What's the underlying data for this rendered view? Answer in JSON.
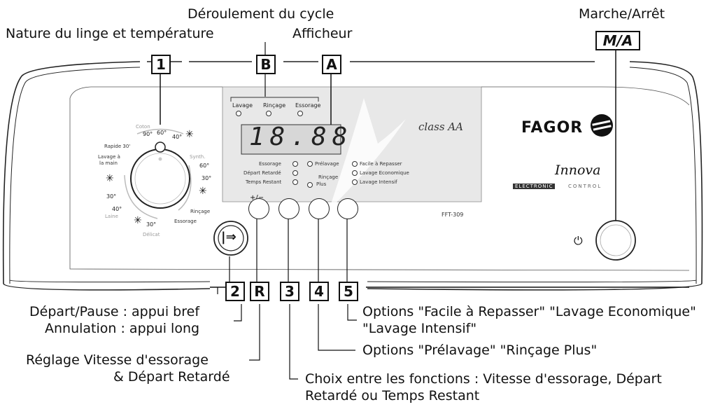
{
  "top_labels": {
    "deroulement": "Déroulement du cycle",
    "nature": "Nature du linge et température",
    "afficheur": "Afficheur",
    "marche": "Marche/Arrêt"
  },
  "boxes": {
    "b1": "1",
    "bB": "B",
    "bA": "A",
    "bMA": "M/A",
    "b2": "2",
    "bR": "R",
    "b3": "3",
    "b4": "4",
    "b5": "5"
  },
  "cycle": {
    "lavage": "Lavage",
    "rincage": "Rinçage",
    "essorage": "Essorage"
  },
  "display": {
    "digits": "18.88"
  },
  "class_logo": "class AA",
  "brand": {
    "name": "FAGOR",
    "product": "Innova",
    "electronic": "ELECTRONIC",
    "control": "CONTROL",
    "model": "FFT-309"
  },
  "options_left": [
    "Essorage",
    "Départ Retardé",
    "Temps Restant"
  ],
  "options_mid": [
    "Prélavage",
    "Rinçage",
    "Plus"
  ],
  "options_right": [
    "Facile à Repasser",
    "Lavage Economique",
    "Lavage Intensif"
  ],
  "dial": {
    "coton": "Coton",
    "t90": "90°",
    "t60": "60°",
    "t40": "40°",
    "synth": "Synth.",
    "s60": "60°",
    "s30": "30°",
    "rinc": "Rinçage",
    "ess": "Essorage",
    "d30": "30°",
    "delicat": "Délicat",
    "laine": "Laine",
    "l40": "40°",
    "l30": "30°",
    "main1": "Lavage à",
    "main2": "la main",
    "rapide": "Rapide 30'",
    "snow": "✳"
  },
  "btn_symbol": "+/−",
  "power_symbol": "⏻",
  "start_symbol": "|⇒",
  "callouts": {
    "c2a": "Départ/Pause : appui bref",
    "c2b": "Annulation : appui long",
    "cRa": "Réglage Vitesse d'essorage",
    "cRb": "& Départ Retardé",
    "c3a": "Choix entre les fonctions : Vitesse d'essorage, Départ",
    "c3b": "Retardé ou Temps Restant",
    "c4": "Options \"Prélavage\" \"Rinçage Plus\"",
    "c5a": "Options \"Facile à Repasser\" \"Lavage Economique\"",
    "c5b": "\"Lavage Intensif\""
  }
}
